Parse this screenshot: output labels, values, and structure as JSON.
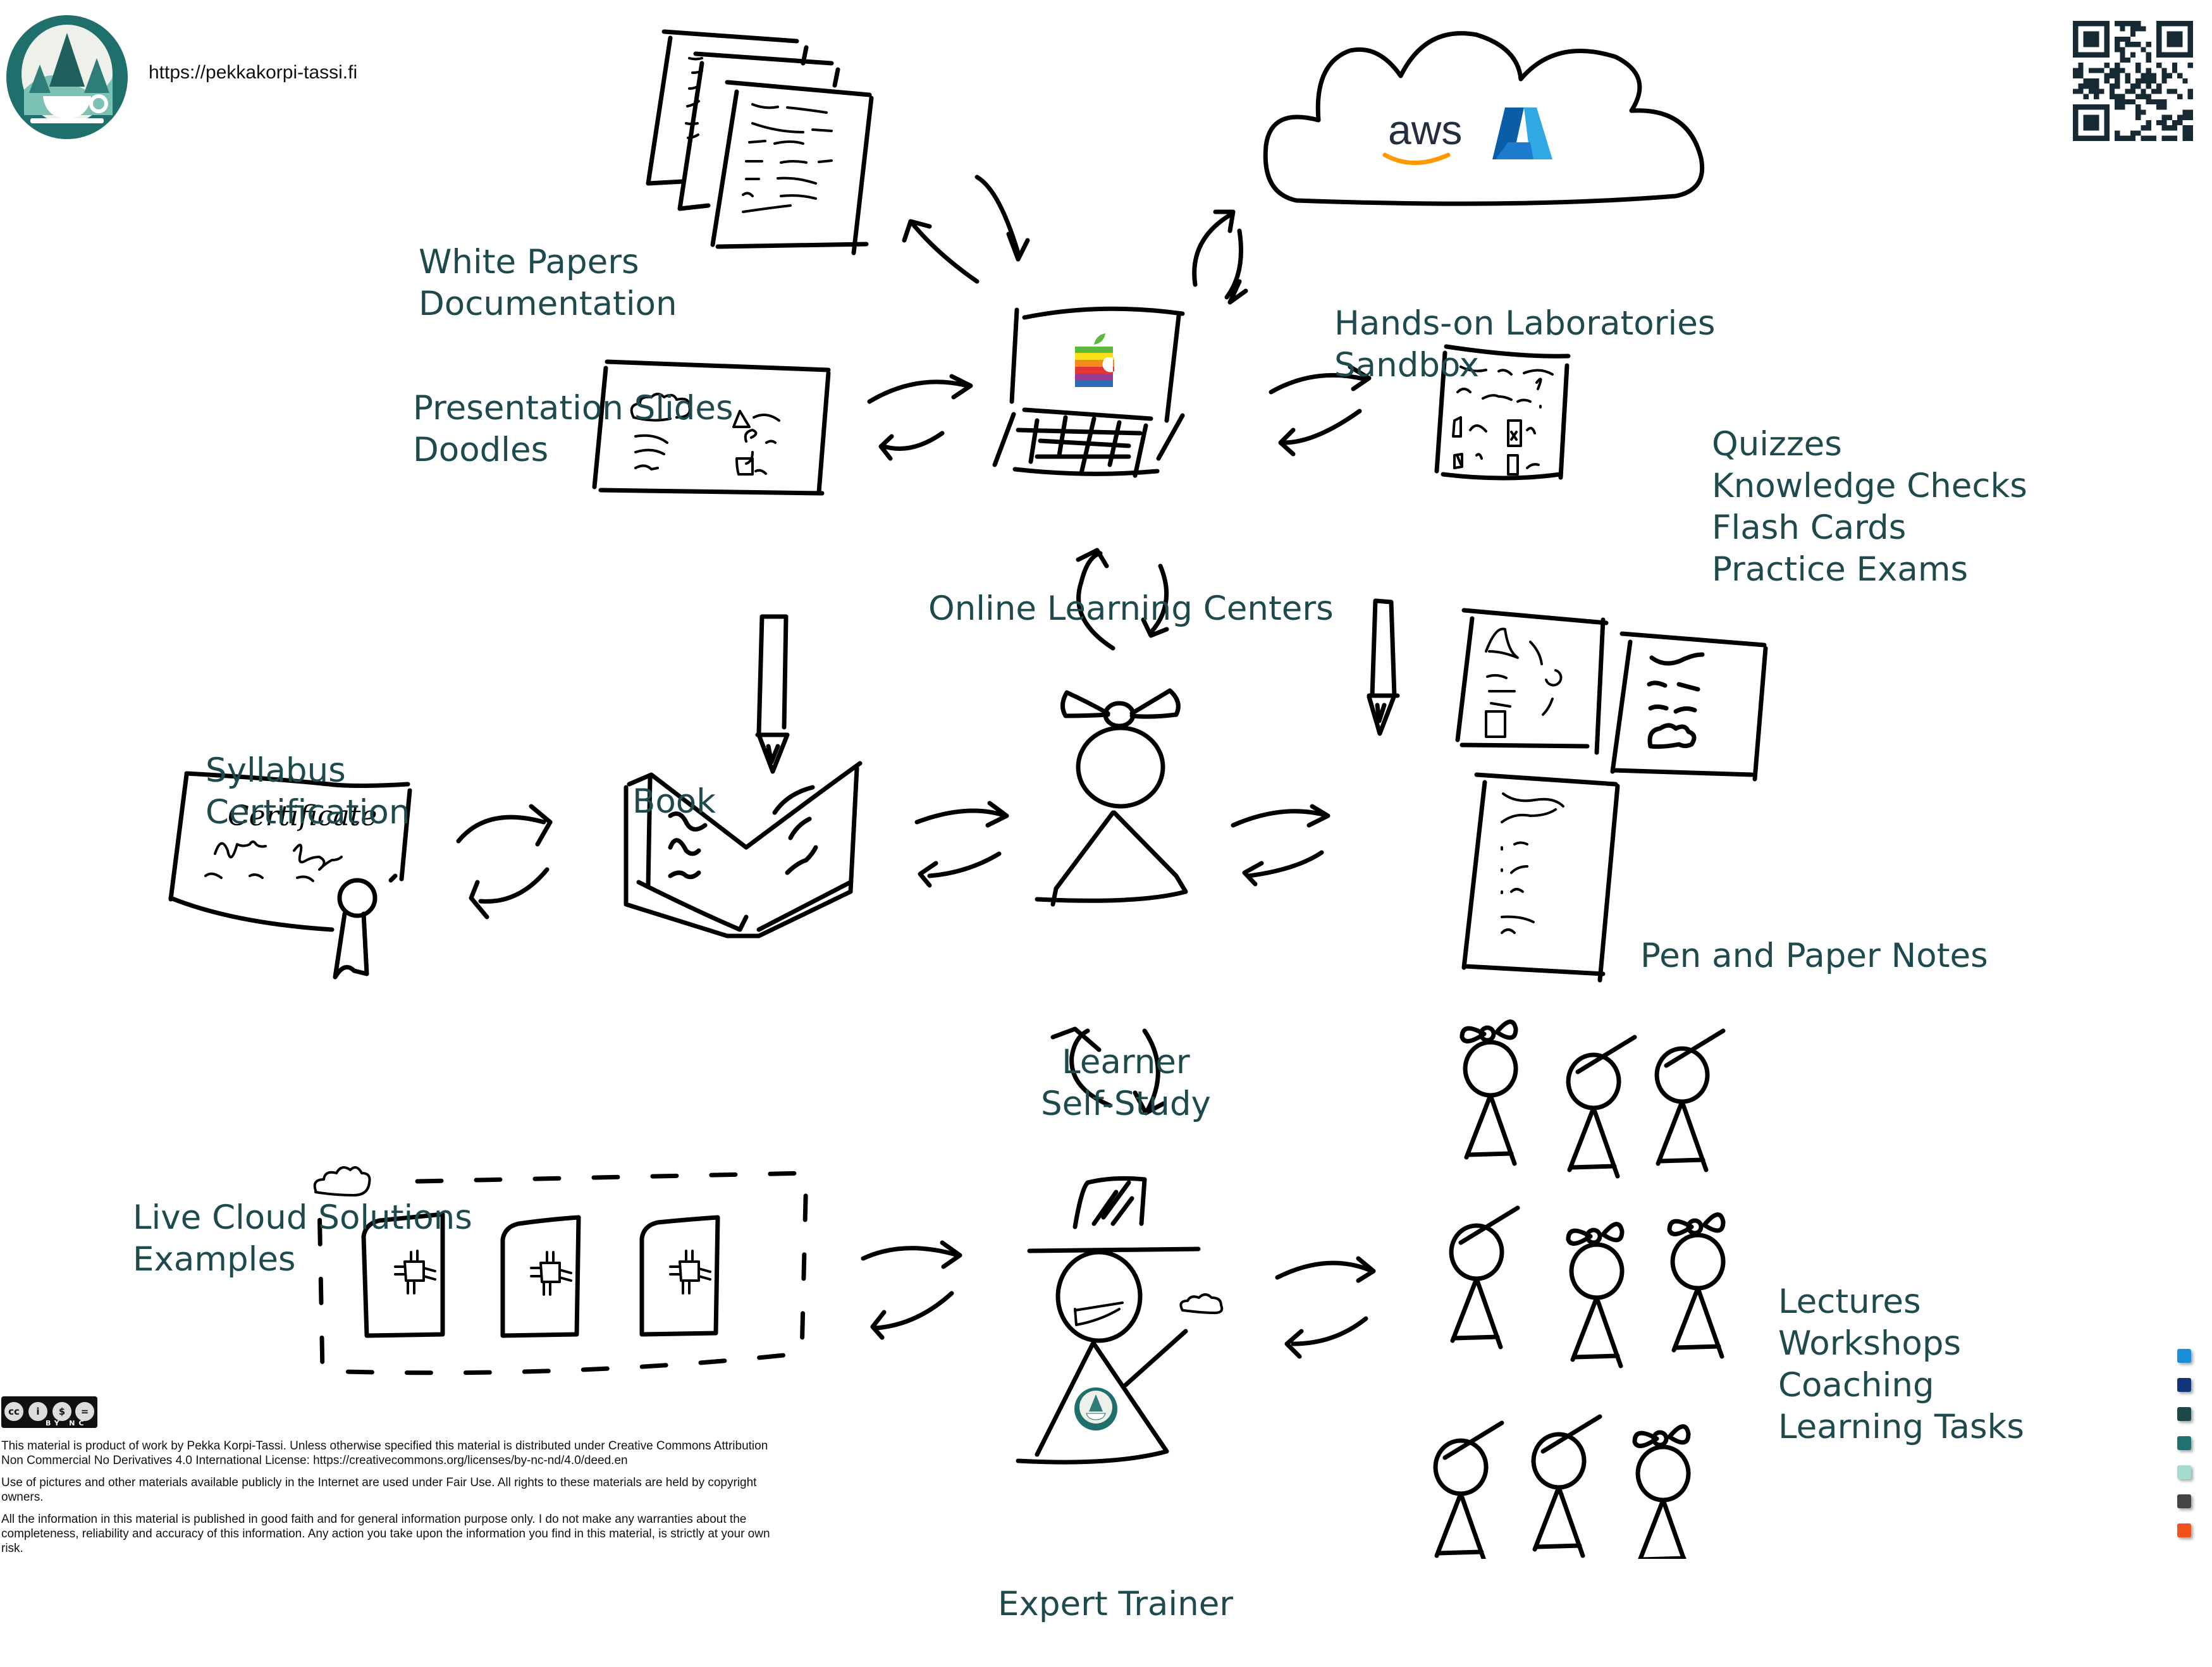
{
  "header": {
    "website_url": "https://pekkakorpi-tassi.fi",
    "logo_icon": "forest-coffee-cup-logo",
    "qr_icon": "qr-code"
  },
  "cloud_logos": {
    "aws_text": "aws",
    "azure_letter": "A"
  },
  "certificate_text": "Certificate",
  "labels": {
    "white_papers": [
      "White Papers",
      "Documentation"
    ],
    "presentation": [
      "Presentation Slides",
      "Doodles"
    ],
    "hands_on": [
      "Hands-on Laboratories",
      "Sandbox"
    ],
    "quizzes": [
      "Quizzes",
      "Knowledge Checks",
      "Flash Cards",
      "Practice Exams"
    ],
    "online_learning": [
      "Online Learning Centers"
    ],
    "syllabus": [
      "Syllabus",
      "Certification"
    ],
    "book": [
      "Book"
    ],
    "pen_paper": [
      "Pen and Paper Notes"
    ],
    "learner": [
      "Learner",
      "Self-Study"
    ],
    "live_cloud": [
      "Live Cloud Solutions",
      "Examples"
    ],
    "lectures": [
      "Lectures",
      "Workshops",
      "Coaching",
      "Learning Tasks"
    ],
    "expert": [
      "Expert Trainer"
    ]
  },
  "license": {
    "badge": [
      "cc",
      "BY",
      "NC",
      "ND"
    ],
    "paragraphs": [
      "This material is product of work by Pekka Korpi-Tassi. Unless otherwise specified this material is distributed under Creative Commons Attribution Non Commercial No Derivatives 4.0 International License: https://creativecommons.org/licenses/by-nc-nd/4.0/deed.en",
      "Use of pictures and other materials available publicly in the Internet are used under Fair Use. All rights to these materials are held by copyright owners.",
      "All the information in this material is published in good faith and for general information purpose only. I do not make any warranties about the completeness, reliability and accuracy of this information. Any action you take upon the information you find in this material, is strictly at your own risk."
    ]
  },
  "palette": {
    "label_color": "#1e4a4d",
    "swatches": [
      "#1a8fd8",
      "#0f3577",
      "#1d4848",
      "#227070",
      "#a3ddd0",
      "#444444",
      "#f2521c"
    ]
  }
}
